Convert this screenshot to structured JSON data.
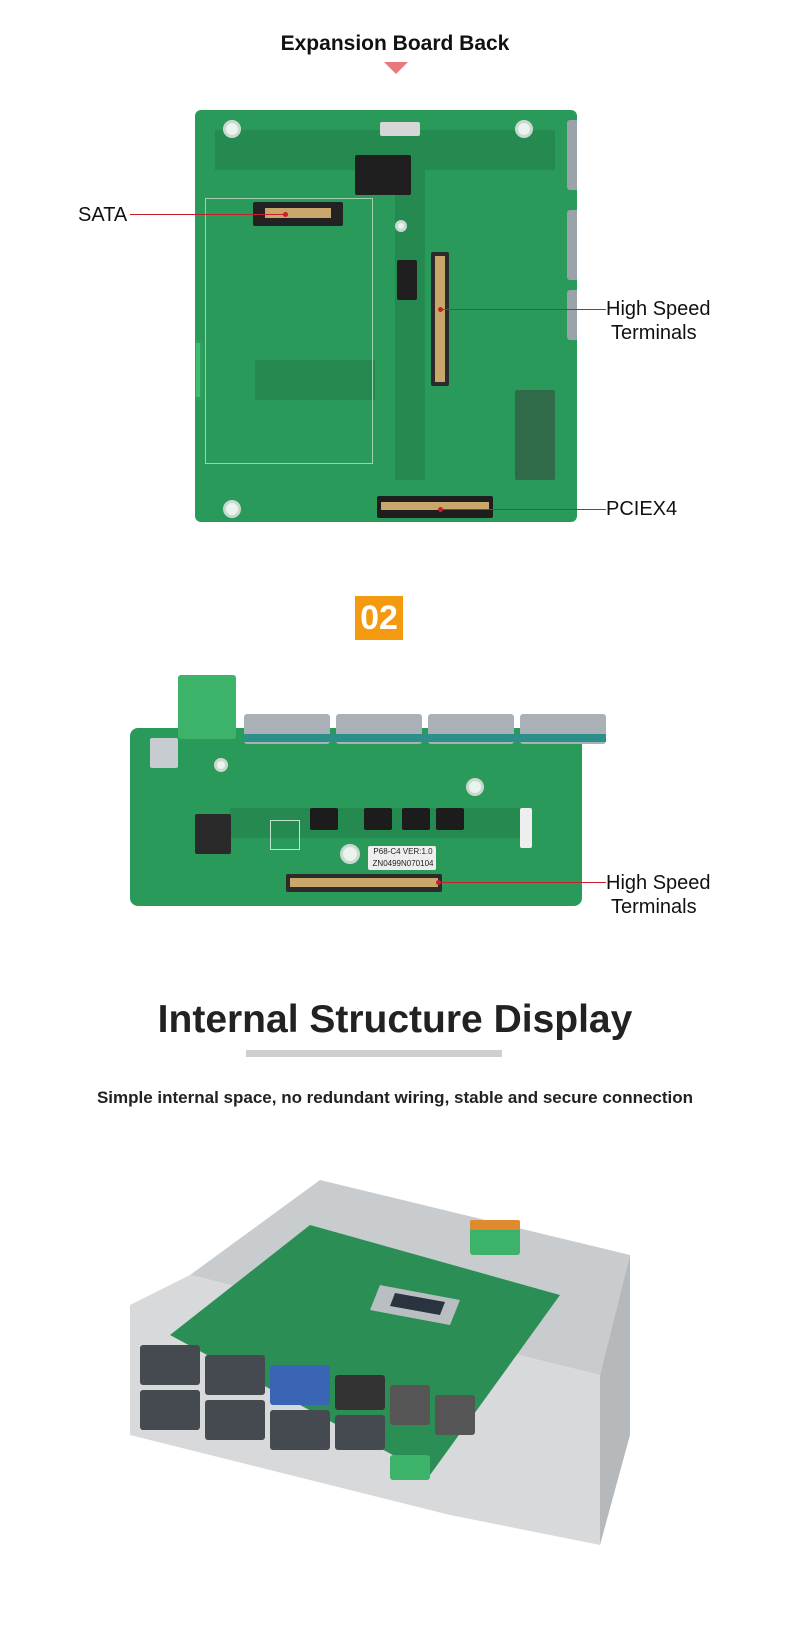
{
  "section1": {
    "title": "Expansion Board Back",
    "callouts": {
      "sata": "SATA",
      "high_speed_line1": "High Speed",
      "high_speed_line2": "Terminals",
      "pciex4": "PCIEX4"
    }
  },
  "section2": {
    "badge": "02",
    "board_label_1": "P68-C4 VER:1.0",
    "board_label_2": "ZN0499N070104",
    "callouts": {
      "high_speed_line1": "High Speed",
      "high_speed_line2": "Terminals"
    }
  },
  "section3": {
    "title": "Internal Structure Display",
    "subtitle": "Simple internal space, no redundant wiring, stable and secure connection"
  },
  "colors": {
    "accent_triangle": "#e8787c",
    "badge": "#f39a11",
    "callout_line": "#c8202a",
    "pcb_green": "#2a9a5a",
    "chassis": "#cfd2d4"
  },
  "icons": [
    "down-triangle-icon"
  ]
}
